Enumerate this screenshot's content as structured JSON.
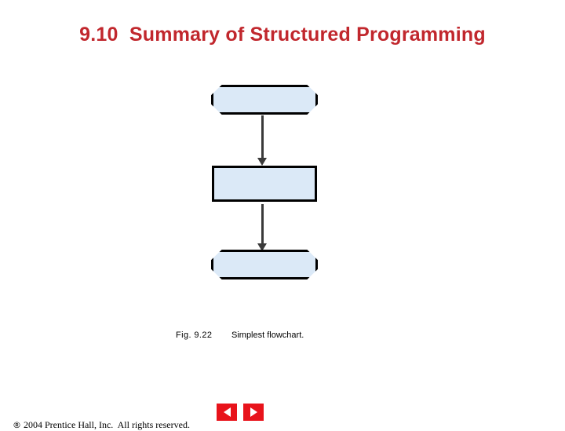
{
  "slide": {
    "title": "9.10  Summary of Structured Programming",
    "title_color": "#c1272d"
  },
  "figure": {
    "nodes": [
      {
        "id": "start",
        "shape": "terminal",
        "label": ""
      },
      {
        "id": "process",
        "shape": "process",
        "label": ""
      },
      {
        "id": "end",
        "shape": "terminal",
        "label": ""
      }
    ],
    "connectors": [
      {
        "from": "start",
        "to": "process",
        "arrow": "down"
      },
      {
        "from": "process",
        "to": "end",
        "arrow": "down"
      }
    ],
    "fill_color": "#dbe9f7",
    "stroke_color": "#000000",
    "arrow_color": "#3a3a3a"
  },
  "caption": {
    "number": "Fig. 9.22",
    "description": "Simplest flowchart."
  },
  "footer": {
    "registered_mark": "®",
    "copyright": " 2004 Prentice Hall, Inc.  All rights reserved.",
    "nav": {
      "prev_label": "previous-slide",
      "next_label": "next-slide",
      "button_color": "#e8131b"
    }
  }
}
